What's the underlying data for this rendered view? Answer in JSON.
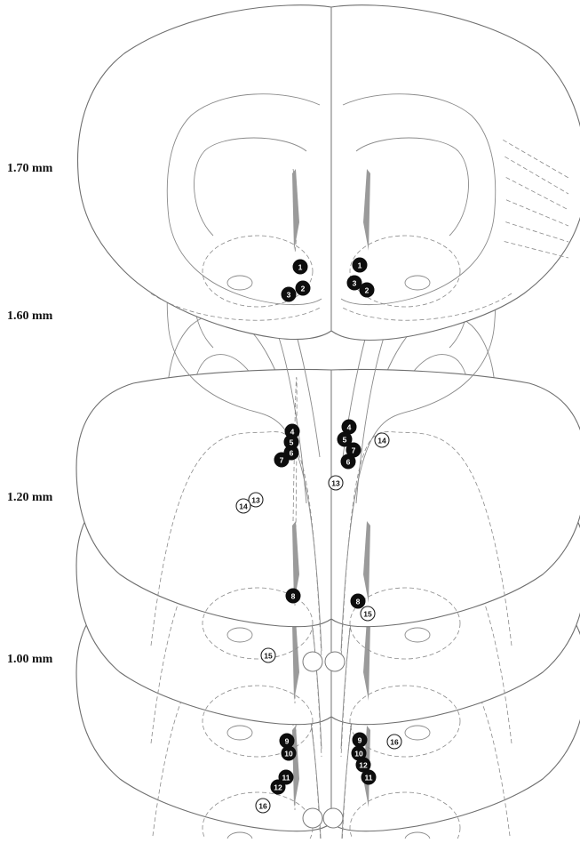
{
  "levels": [
    {
      "label": "1.70 mm"
    },
    {
      "label": "1.60 mm"
    },
    {
      "label": "1.20 mm"
    },
    {
      "label": "1.00 mm"
    }
  ],
  "sites": [
    {
      "n": "1",
      "type": "filled",
      "section": 0,
      "side": "left"
    },
    {
      "n": "2",
      "type": "filled",
      "section": 0,
      "side": "left"
    },
    {
      "n": "3",
      "type": "filled",
      "section": 0,
      "side": "left"
    },
    {
      "n": "1",
      "type": "filled",
      "section": 0,
      "side": "right"
    },
    {
      "n": "3",
      "type": "filled",
      "section": 0,
      "side": "right"
    },
    {
      "n": "2",
      "type": "filled",
      "section": 0,
      "side": "right"
    },
    {
      "n": "4",
      "type": "filled",
      "section": 1,
      "side": "left"
    },
    {
      "n": "5",
      "type": "filled",
      "section": 1,
      "side": "left"
    },
    {
      "n": "6",
      "type": "filled",
      "section": 1,
      "side": "left"
    },
    {
      "n": "7",
      "type": "filled",
      "section": 1,
      "side": "left"
    },
    {
      "n": "4",
      "type": "filled",
      "section": 1,
      "side": "right"
    },
    {
      "n": "5",
      "type": "filled",
      "section": 1,
      "side": "right"
    },
    {
      "n": "7",
      "type": "filled",
      "section": 1,
      "side": "right"
    },
    {
      "n": "6",
      "type": "filled",
      "section": 1,
      "side": "right"
    },
    {
      "n": "14",
      "type": "open",
      "section": 1,
      "side": "right"
    },
    {
      "n": "13",
      "type": "open",
      "section": 1,
      "side": "right"
    },
    {
      "n": "13",
      "type": "open",
      "section": 1,
      "side": "left"
    },
    {
      "n": "14",
      "type": "open",
      "section": 1,
      "side": "left"
    },
    {
      "n": "8",
      "type": "filled",
      "section": 2,
      "side": "left"
    },
    {
      "n": "8",
      "type": "filled",
      "section": 2,
      "side": "right"
    },
    {
      "n": "15",
      "type": "open",
      "section": 2,
      "side": "right"
    },
    {
      "n": "15",
      "type": "open",
      "section": 2,
      "side": "left"
    },
    {
      "n": "9",
      "type": "filled",
      "section": 3,
      "side": "left"
    },
    {
      "n": "10",
      "type": "filled",
      "section": 3,
      "side": "left"
    },
    {
      "n": "11",
      "type": "filled",
      "section": 3,
      "side": "left"
    },
    {
      "n": "12",
      "type": "filled",
      "section": 3,
      "side": "left"
    },
    {
      "n": "9",
      "type": "filled",
      "section": 3,
      "side": "right"
    },
    {
      "n": "10",
      "type": "filled",
      "section": 3,
      "side": "right"
    },
    {
      "n": "12",
      "type": "filled",
      "section": 3,
      "side": "right"
    },
    {
      "n": "11",
      "type": "filled",
      "section": 3,
      "side": "right"
    },
    {
      "n": "16",
      "type": "open",
      "section": 3,
      "side": "right"
    },
    {
      "n": "16",
      "type": "open",
      "section": 3,
      "side": "left"
    }
  ]
}
